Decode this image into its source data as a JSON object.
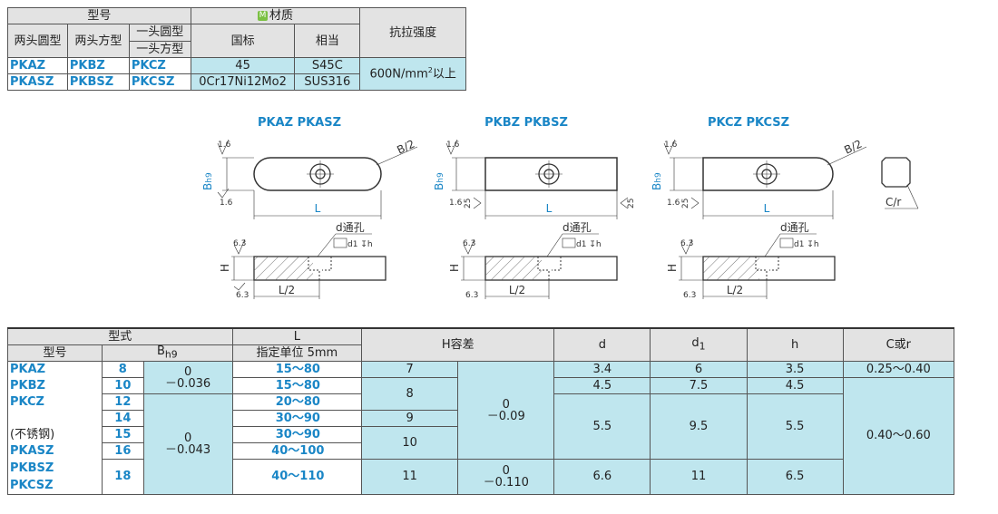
{
  "top_table": {
    "model_header": "型号",
    "material_badge": "M",
    "material_header": "材质",
    "strength_header": "抗拉强度",
    "col_round": "两头圆型",
    "col_square": "两头方型",
    "col_mixed_1": "一头圆型",
    "col_mixed_2": "一头方型",
    "col_gb": "国标",
    "col_equiv": "相当",
    "rows": [
      {
        "a": "PKAZ",
        "b": "PKBZ",
        "c": "PKCZ",
        "gb": "45",
        "eq": "S45C"
      },
      {
        "a": "PKASZ",
        "b": "PKBSZ",
        "c": "PKCSZ",
        "gb": "0Cr17Ni12Mo2",
        "eq": "SUS316"
      }
    ],
    "strength_value": "600N/mm",
    "strength_sup": "2",
    "strength_suffix": "以上"
  },
  "drawings": {
    "titles": [
      "PKAZ PKASZ",
      "PKBZ PKBSZ",
      "PKCZ PKCSZ"
    ],
    "roughness_16": "1.6",
    "roughness_63": "6.3",
    "rough_25": "25",
    "label_B": "B",
    "label_h9": "h9",
    "label_L": "L",
    "label_B2": "B/2",
    "label_H": "H",
    "label_L2": "L/2",
    "label_d": "d通孔",
    "label_d1": "d1 ↧h",
    "label_Cr": "C/r"
  },
  "bottom_table": {
    "header_type": "型式",
    "header_model": "型号",
    "header_B": "B",
    "header_B_sub": "h9",
    "header_L": "L",
    "header_L_sub": "指定单位 5mm",
    "header_H": "H容差",
    "header_d": "d",
    "header_d1": "d",
    "header_d1_sub": "1",
    "header_h": "h",
    "header_C": "C或r",
    "models": [
      "PKAZ",
      "PKBZ",
      "PKCZ",
      "",
      "(不锈钢)",
      "PKASZ",
      "PKBSZ",
      "PKCSZ"
    ],
    "B": [
      "8",
      "10",
      "12",
      "14",
      "15",
      "16",
      "18"
    ],
    "B_tol_1a": "0",
    "B_tol_1b": "－0.036",
    "B_tol_2a": "0",
    "B_tol_2b": "－0.043",
    "L": [
      "15～80",
      "15～80",
      "20～80",
      "30～90",
      "30～90",
      "40～100",
      "40～110"
    ],
    "H": [
      "7",
      "8",
      "9",
      "10",
      "11"
    ],
    "H_tol_a": "0",
    "H_tol_b": "－0.09",
    "H_tol_c": "0",
    "H_tol_d": "－0.110",
    "d": [
      "3.4",
      "4.5",
      "5.5",
      "6.6"
    ],
    "d1": [
      "6",
      "7.5",
      "9.5",
      "11"
    ],
    "h": [
      "3.5",
      "4.5",
      "5.5",
      "6.5"
    ],
    "C": [
      "0.25～0.40",
      "0.40～0.60"
    ]
  }
}
